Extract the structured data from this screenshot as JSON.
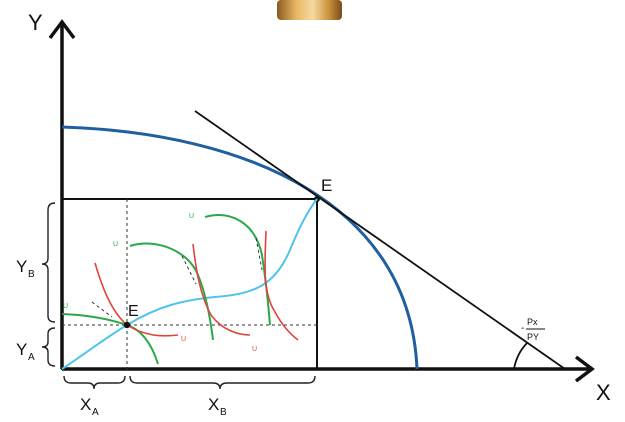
{
  "axes": {
    "y_label": "Y",
    "x_label": "X"
  },
  "points": {
    "outer_E": "E",
    "inner_E": "E"
  },
  "quantities": {
    "y_b": "Y",
    "y_b_sub": "B",
    "y_a": "Y",
    "y_a_sub": "A",
    "x_a": "X",
    "x_a_sub": "A",
    "x_b": "X",
    "x_b_sub": "B"
  },
  "price_ratio": {
    "sign": "-",
    "numerator": "Px",
    "denominator": "PY"
  },
  "indifference_labels": {
    "green": [
      "U",
      "U",
      "U"
    ],
    "red": [
      "U",
      "U"
    ]
  },
  "colors": {
    "frontier": "#1f5fa0",
    "contract_curve": "#4fc3ea",
    "green_curves": "#2aa84a",
    "red_curves": "#e0443a",
    "lamp": "#c8913a"
  }
}
